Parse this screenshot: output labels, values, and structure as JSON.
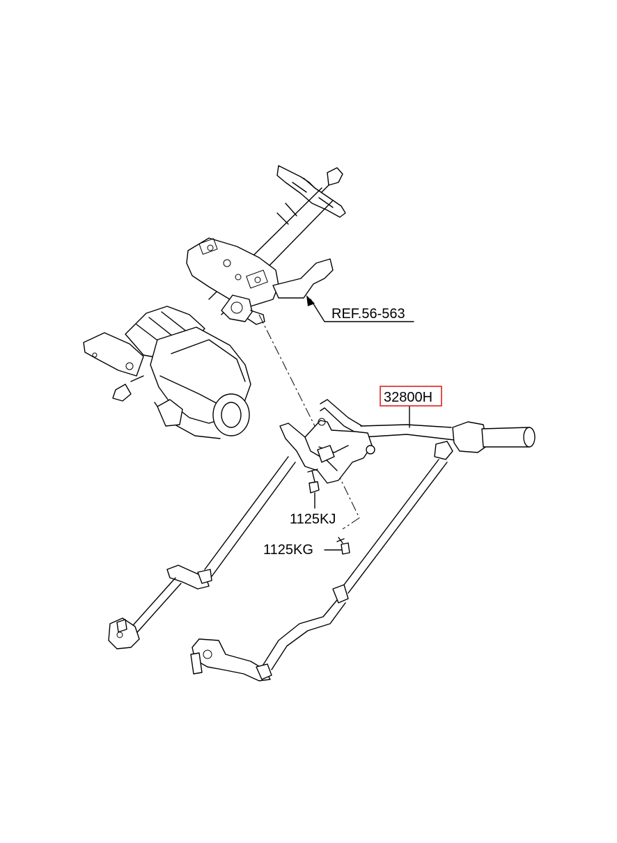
{
  "diagram": {
    "labels": {
      "ref": "REF.56-563",
      "part_main": "32800H",
      "part_kj": "1125KJ",
      "part_kg": "1125KG"
    },
    "colors": {
      "line": "#000000",
      "highlight_box": "#e0201c",
      "background": "#ffffff"
    }
  }
}
